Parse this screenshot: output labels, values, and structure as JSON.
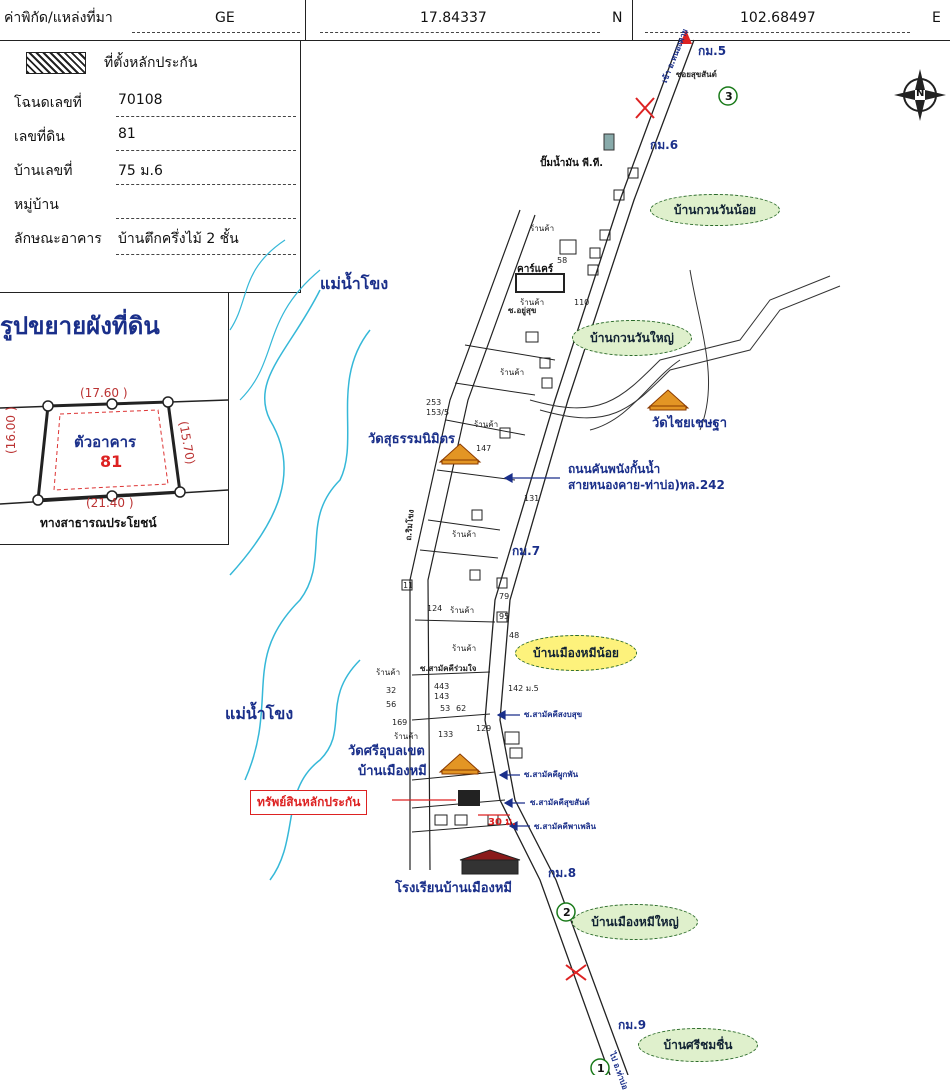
{
  "header": {
    "coord_source_label": "ค่าพิกัด/แหล่งที่มา",
    "coord_source_value": "GE",
    "lat_value": "17.84337",
    "lat_dir": "N",
    "lon_value": "102.68497",
    "lon_dir": "E"
  },
  "info": {
    "legend_label": "ที่ตั้งหลักประกัน",
    "rows": [
      {
        "label": "โฉนดเลขที่",
        "value": "70108"
      },
      {
        "label": "เลขที่ดิน",
        "value": "81"
      },
      {
        "label": "บ้านเลขที่",
        "value": "75 ม.6"
      },
      {
        "label": "หมู่บ้าน",
        "value": ""
      },
      {
        "label": "ลักษณะอาคาร",
        "value": "บ้านตึกครึ่งไม้ 2 ชั้น"
      }
    ]
  },
  "inset": {
    "title": "รูปขยายผังที่ดิน",
    "dim_top": "(17.60 )",
    "dim_left": "(16.00 )",
    "dim_right": "(15.70)",
    "dim_bottom": "(21.40 )",
    "building_label": "ตัวอาคาร",
    "building_number": "81",
    "road_label": "ทางสาธารณประโยชน์"
  },
  "map": {
    "north_label": "N",
    "rivers": [
      "แม่น้ำโขง",
      "แม่น้ำโขง"
    ],
    "villages": [
      "บ้านกวนวันน้อย",
      "บ้านกวนวันใหญ่",
      "บ้านเมืองหมีน้อย",
      "บ้านเมืองหมีใหญ่",
      "บ้านศรีชมชื่น"
    ],
    "temples": [
      "วัดไชยเชษฐา",
      "วัดสุธรรมนิมิตร",
      "วัดศรีอุบลเขต",
      "บ้านเมืองหมี"
    ],
    "school": "โรงเรียนบ้านเมืองหมี",
    "gas_station": "ปั๊มน้ำมัน พี.ที.",
    "carcare": "คาร์แคร์",
    "collateral_label": "ทรัพย์สินหลักประกัน",
    "distance": "30 ม.",
    "levee_road_1": "ถนนคันพนังกั้นน้ำ",
    "levee_road_2": "สายหนองคาย-ท่าบ่อ)ทล.242",
    "km_markers": [
      "กม.5",
      "กม.6",
      "กม.7",
      "กม.8",
      "กม.9"
    ],
    "sois": [
      "ซ.สามัคคีสงบสุข",
      "ซ.สามัคคีผูกพัน",
      "ซ.สามัคคีสุขสันต์",
      "ซ.สามัคคีพาเพลิน",
      "ซ.สามัคคีร่วมใจ",
      "ซ.อยู่สุข"
    ],
    "road_top": "ซอยสุขสันต์",
    "road_main": "เข้า อ.หนองคาย",
    "road_bottom": "ไป อ.ท่าบ่อ",
    "river_road": "ถ.ริมโขง",
    "shops": "ร้านค้า",
    "house_numbers": [
      "58",
      "110",
      "253",
      "153/5",
      "147",
      "131",
      "79",
      "124",
      "95",
      "48",
      "443",
      "143",
      "53",
      "62",
      "142 ม.5",
      "32",
      "56",
      "169",
      "133",
      "129",
      "11"
    ],
    "circle_numbers": [
      "3",
      "2",
      "1"
    ]
  }
}
